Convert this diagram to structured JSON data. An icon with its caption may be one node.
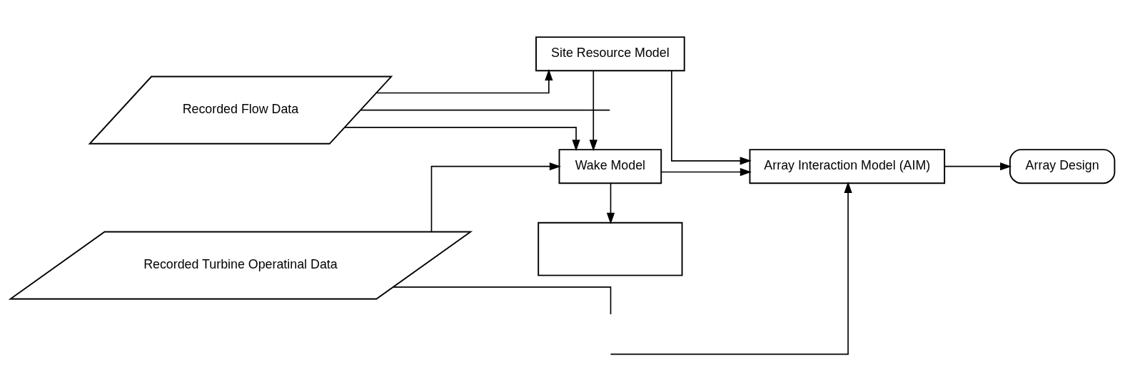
{
  "diagram": {
    "nodes": [
      {
        "text": [
          "Site Resource Model"
        ]
      },
      {
        "text": [
          "Recorded Flow Data"
        ]
      },
      {
        "text": [
          "Wake Model"
        ]
      },
      {
        "text": [
          "Array Interaction Model (AIM)"
        ]
      },
      {
        "text": [
          "Array Design"
        ]
      },
      {
        "text": [
          "Recorded Turbine Operatinal Data"
        ]
      },
      {
        "text": [],
        "shape": "box"
      }
    ],
    "edges": [
      {
        "from": 1,
        "to": 0,
        "arrow": "to"
      },
      {
        "from": 1,
        "to": 2,
        "arrow": "to"
      },
      {
        "from": 5,
        "to": 2,
        "arrow": "to"
      },
      {
        "from": 0,
        "to": 2,
        "arrow": "to"
      },
      {
        "from": 0,
        "to": 3,
        "arrow": "to"
      },
      {
        "from": 2,
        "to": 3,
        "arrow": "to"
      },
      {
        "from": 3,
        "to": 4,
        "arrow": "to"
      },
      {
        "from": 2,
        "to": 6,
        "arrow": "to"
      },
      {
        "from": null,
        "to": 3,
        "arrow": "to"
      },
      {
        "from": 1,
        "to": null,
        "arrow": "none"
      },
      {
        "from": 5,
        "to": null,
        "arrow": "none"
      }
    ]
  }
}
